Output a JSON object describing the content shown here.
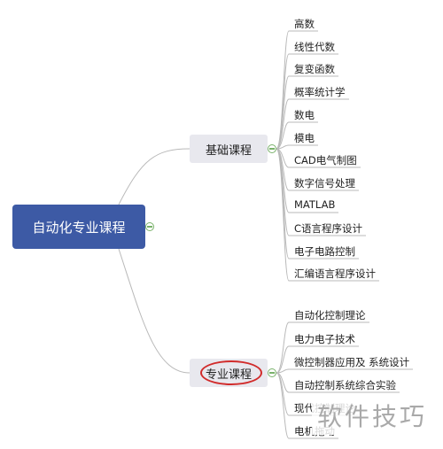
{
  "root": {
    "label": "自动化专业课程"
  },
  "branches": [
    {
      "label": "基础课程",
      "children": [
        "高数",
        "线性代数",
        "复变函数",
        "概率统计学",
        "数电",
        "模电",
        "CAD电气制图",
        "数字信号处理",
        "MATLAB",
        "C语言程序设计",
        "电子电路控制",
        "汇编语言程序设计"
      ]
    },
    {
      "label": "专业课程",
      "children": [
        "自动化控制理论",
        "电力电子技术",
        "微控制器应用及 系统设计",
        "自动控制系统综合实验",
        "现代控制理论",
        "电机拖动"
      ]
    }
  ],
  "watermark": "软件技巧",
  "colors": {
    "root_fill": "#3d5aa5",
    "branch_fill": "#e8e8ee",
    "connector": "#b9b9b9",
    "collapse_icon": "#79b26a",
    "highlight_circle": "#d12b2b",
    "watermark_text": "#a9a9a9"
  }
}
